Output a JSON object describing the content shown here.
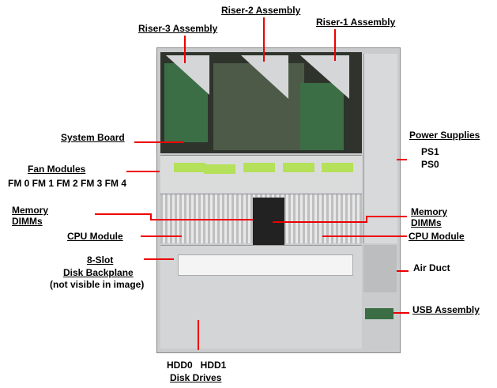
{
  "labels": {
    "riser3": "Riser-3 Assembly",
    "riser2": "Riser-2 Assembly",
    "riser1": "Riser-1 Assembly",
    "system_board": "System Board",
    "fan_modules": "Fan Modules",
    "fan_list": "FM 0 FM 1 FM 2 FM 3 FM 4",
    "memory_left_1": "Memory",
    "memory_left_2": "DIMMs",
    "cpu_left": "CPU Module",
    "backplane_1": "8-Slot",
    "backplane_2": "Disk Backplane",
    "backplane_3": "(not visible in image)",
    "power_supplies": "Power Supplies",
    "ps1": "PS1",
    "ps0": "PS0",
    "memory_right_1": "Memory",
    "memory_right_2": "DIMMs",
    "cpu_right": "CPU Module",
    "air_duct": "Air Duct",
    "usb": "USB Assembly",
    "hdd": "HDD0   HDD1",
    "disk_drives": "Disk Drives"
  },
  "colors": {
    "leader": "#e00000",
    "board": "#3f4a3c",
    "fan_label": "#b5e05a",
    "chassis": "#c9cbcd"
  }
}
